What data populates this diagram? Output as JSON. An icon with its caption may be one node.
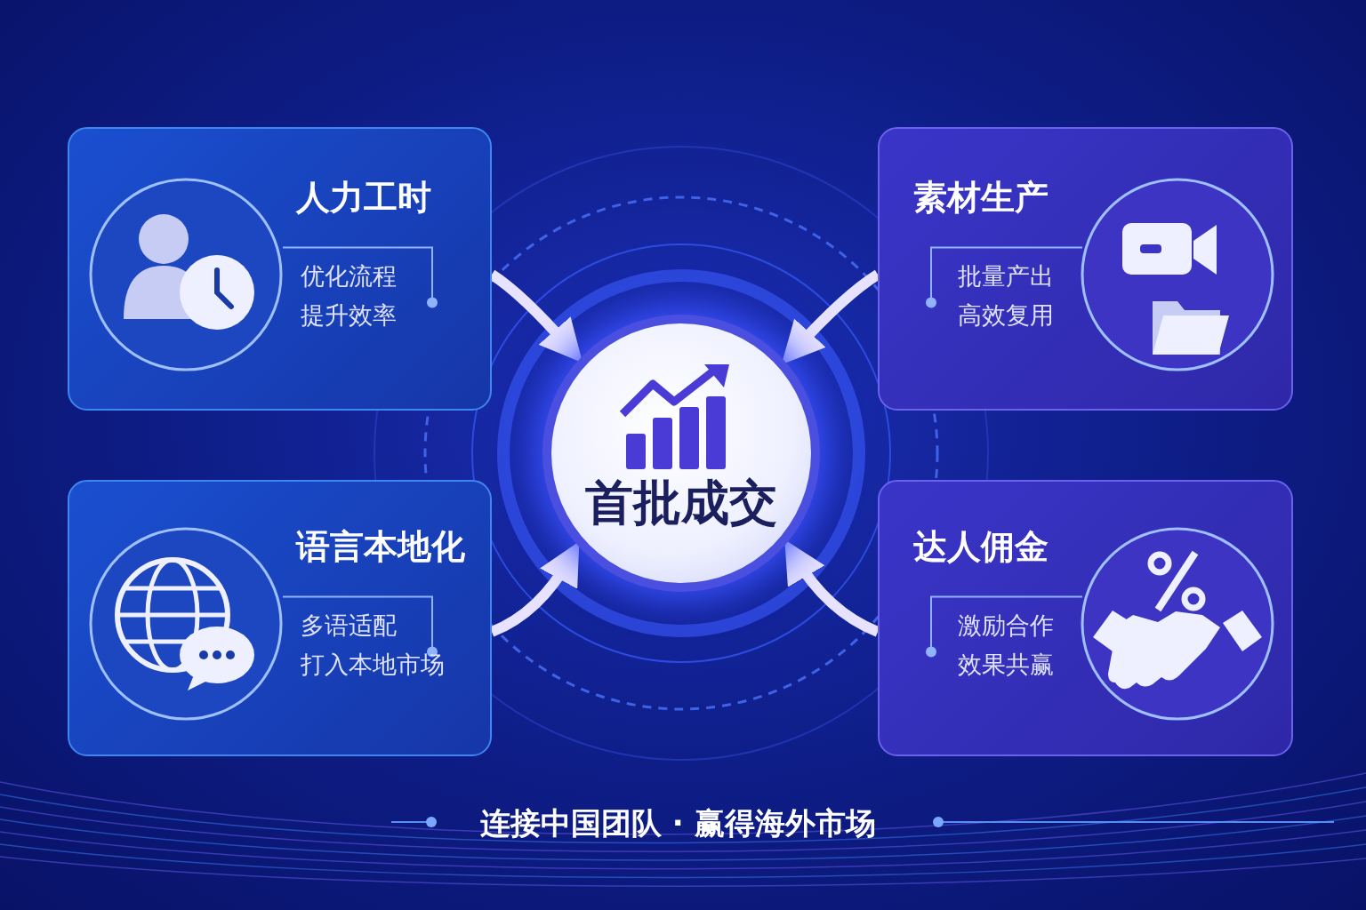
{
  "diagram": {
    "nodes": [
      {
        "text": [
          "人力工时",
          "优化流程",
          "提升效率"
        ]
      },
      {
        "text": [
          "素材生产",
          "批量产出",
          "高效复用"
        ]
      },
      {
        "text": [
          "首批成交"
        ]
      },
      {
        "text": [
          "语言本地化",
          "多语适配",
          "打入本地市场"
        ]
      },
      {
        "text": [
          "达人佣金",
          "激励合作",
          "效果共赢"
        ]
      }
    ],
    "edges": [
      {
        "from": 0,
        "to": 2,
        "arrow": "to"
      },
      {
        "from": 1,
        "to": 2,
        "arrow": "to"
      },
      {
        "from": 3,
        "to": 2,
        "arrow": "to"
      },
      {
        "from": 4,
        "to": 2,
        "arrow": "to"
      }
    ],
    "labels": [
      "连接中国团队 · 赢得海外市场"
    ]
  }
}
